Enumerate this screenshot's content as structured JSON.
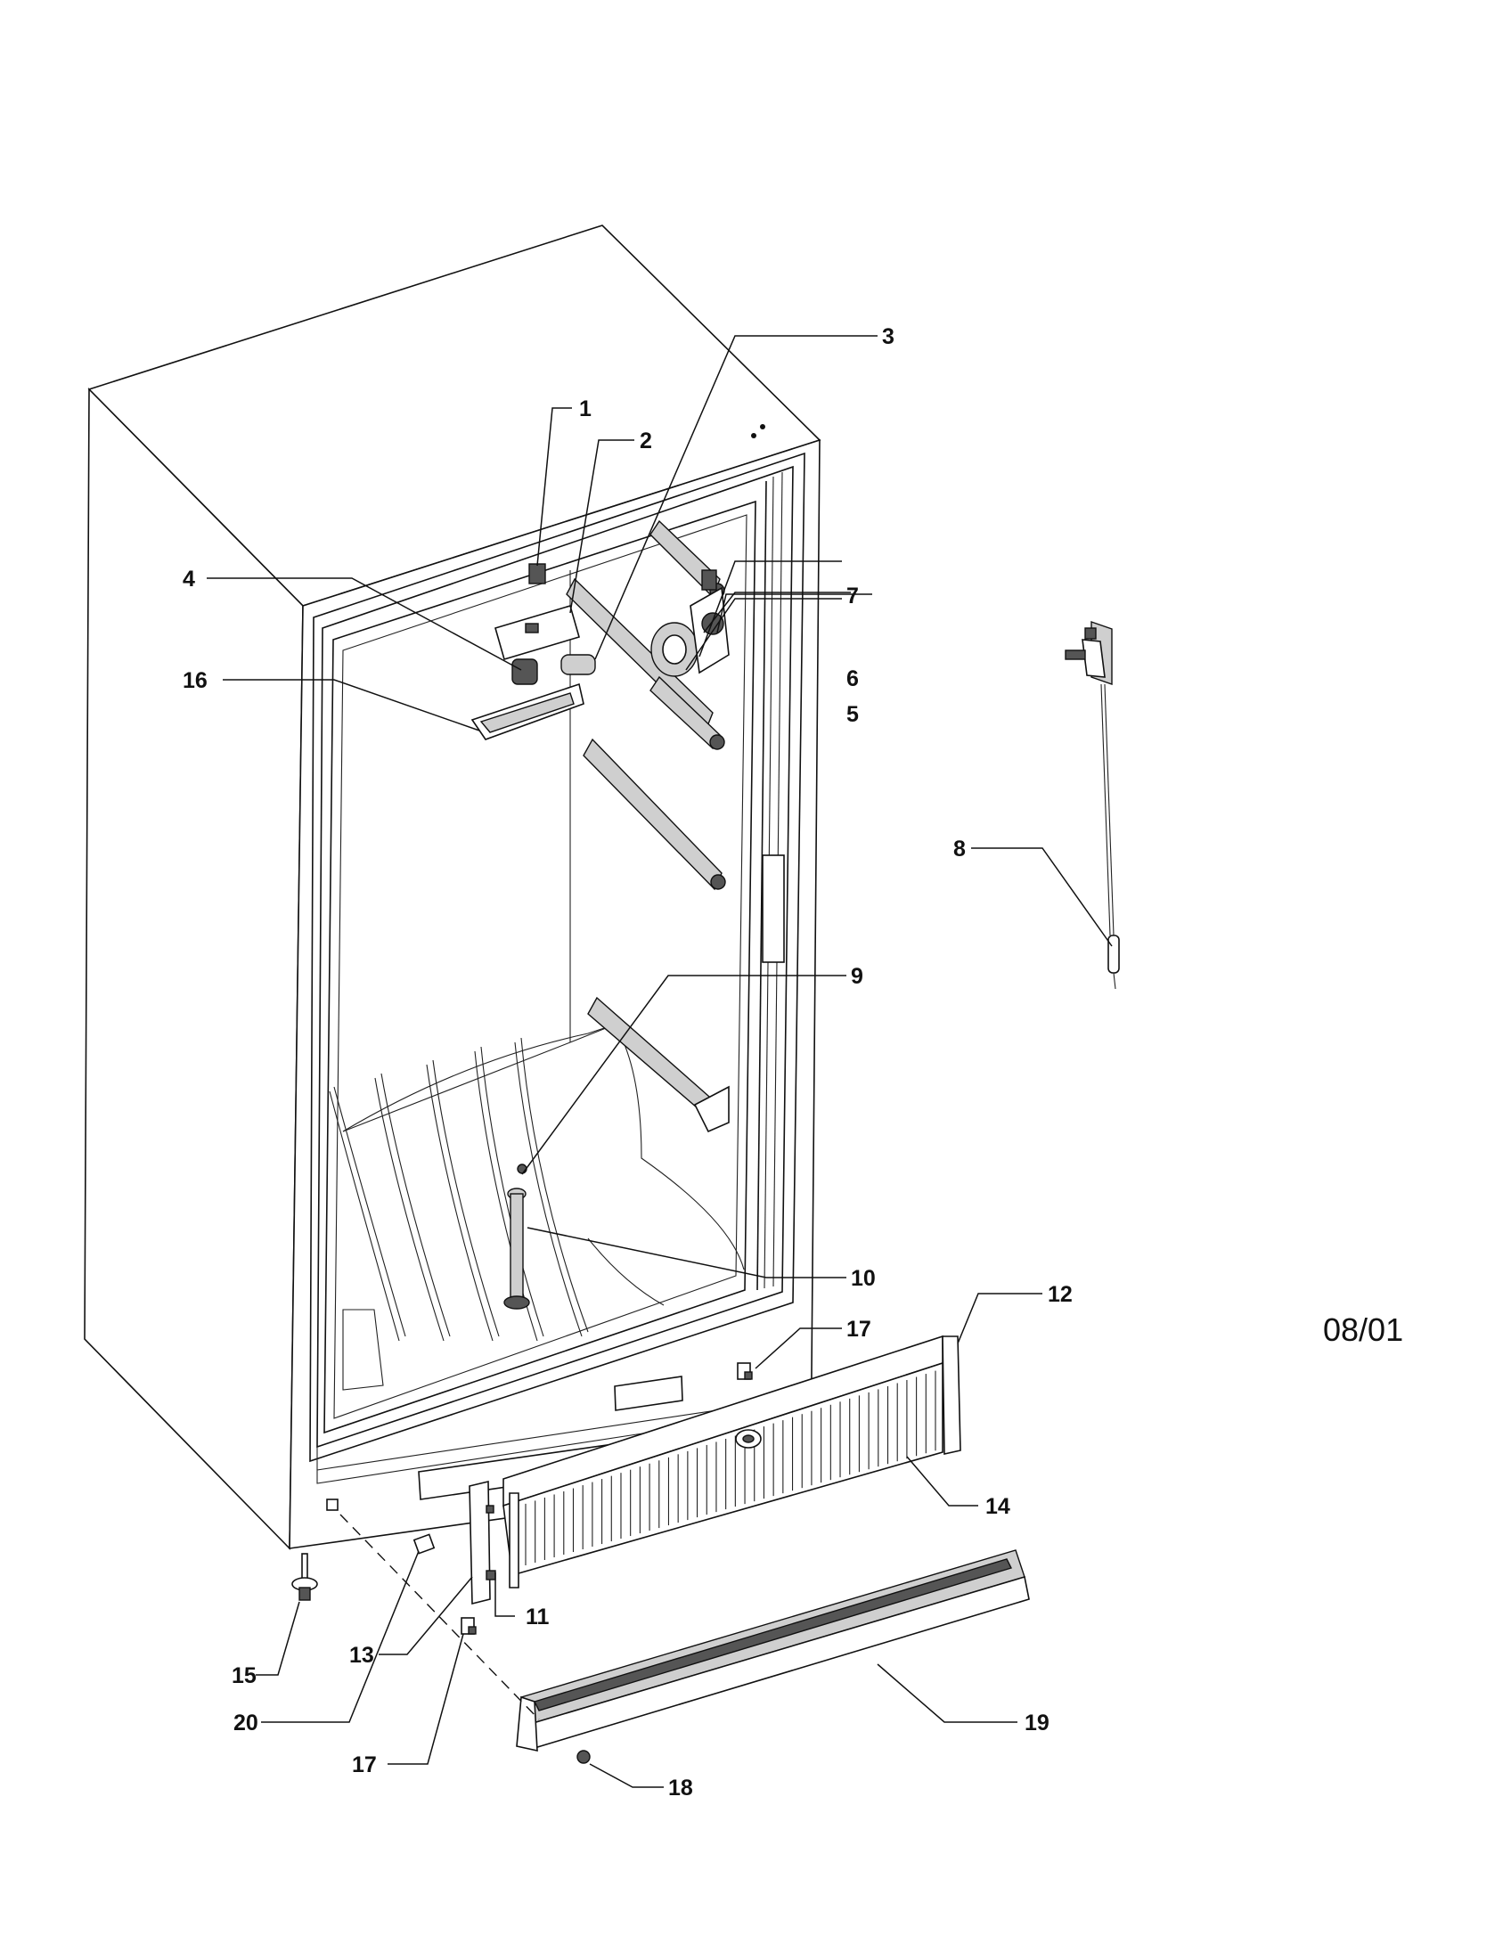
{
  "diagram": {
    "date_code": "08/01",
    "callouts": [
      {
        "id": "1",
        "label": "1"
      },
      {
        "id": "2",
        "label": "2"
      },
      {
        "id": "3",
        "label": "3"
      },
      {
        "id": "4",
        "label": "4"
      },
      {
        "id": "5",
        "label": "5"
      },
      {
        "id": "6",
        "label": "6"
      },
      {
        "id": "7",
        "label": "7"
      },
      {
        "id": "8",
        "label": "8"
      },
      {
        "id": "9",
        "label": "9"
      },
      {
        "id": "10",
        "label": "10"
      },
      {
        "id": "11",
        "label": "11"
      },
      {
        "id": "12",
        "label": "12"
      },
      {
        "id": "13",
        "label": "13"
      },
      {
        "id": "14",
        "label": "14"
      },
      {
        "id": "15",
        "label": "15"
      },
      {
        "id": "16",
        "label": "16"
      },
      {
        "id": "17a",
        "label": "17"
      },
      {
        "id": "17b",
        "label": "17"
      },
      {
        "id": "18",
        "label": "18"
      },
      {
        "id": "19",
        "label": "19"
      },
      {
        "id": "20",
        "label": "20"
      }
    ]
  }
}
